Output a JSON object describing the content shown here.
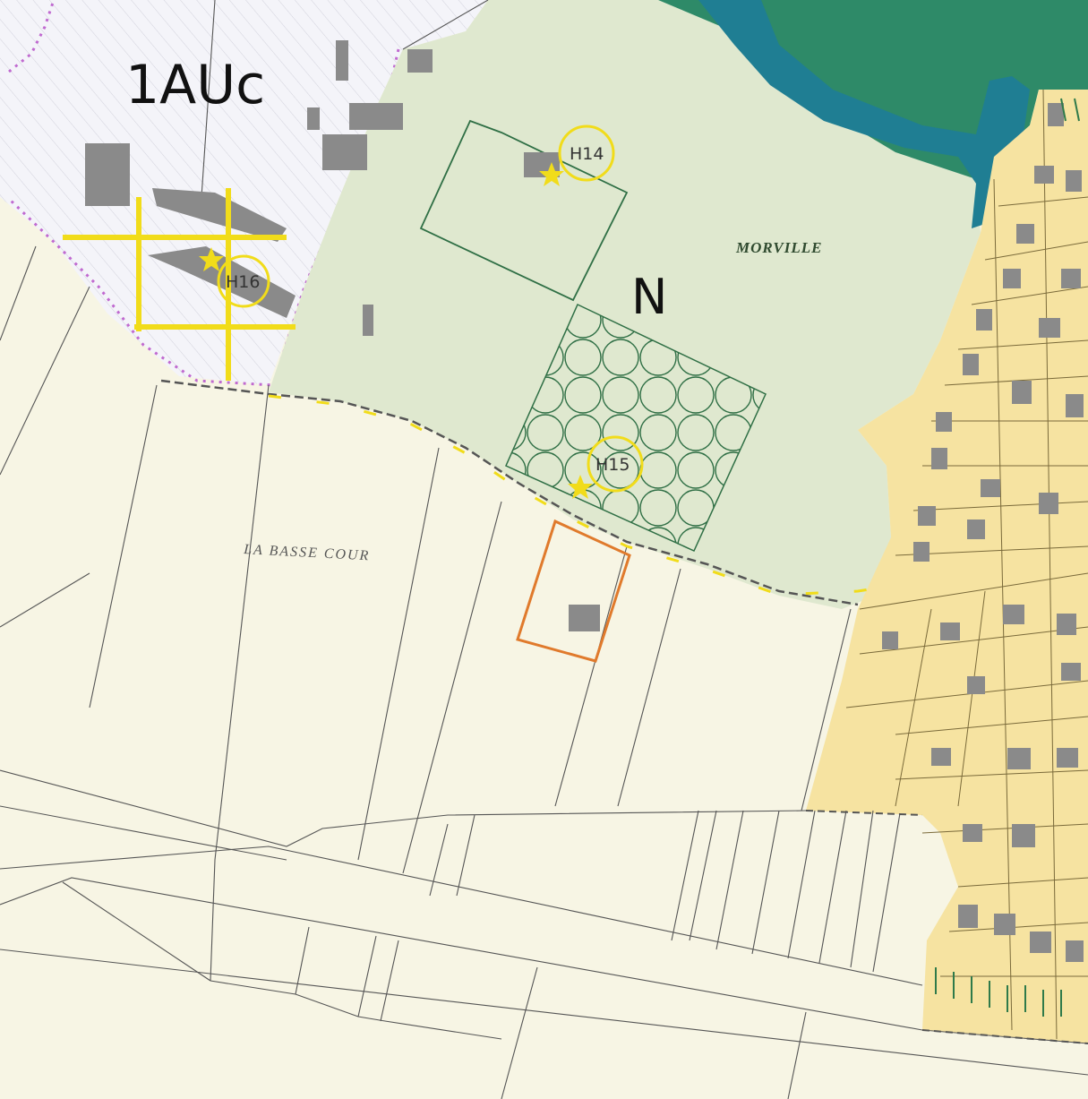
{
  "map": {
    "zones": [
      {
        "id": "1auc",
        "label": "1AUc",
        "color": "#f4f4f9"
      },
      {
        "id": "n",
        "label": "N",
        "color": "#dfe8cf"
      }
    ],
    "places": [
      {
        "id": "morville",
        "label": "MORVILLE",
        "color": "#2f4a2f"
      },
      {
        "id": "basse-cour",
        "label": "LA BASSE COUR",
        "color": "#555555"
      }
    ],
    "heritage_markers": [
      {
        "id": "h14",
        "label": "H14"
      },
      {
        "id": "h15",
        "label": "H15"
      },
      {
        "id": "h16",
        "label": "H16"
      }
    ],
    "colors": {
      "background": "#f7f5e4",
      "residential": "#f6e3a1",
      "water": "#1f7e93",
      "woodland": "#2e8a68",
      "marker": "#f1dc1a",
      "building": "#8a8a8a",
      "hedge": "#2f7a4a",
      "parcel_highlight": "#e07a2c",
      "zone_boundary": "#c06ad0"
    }
  }
}
